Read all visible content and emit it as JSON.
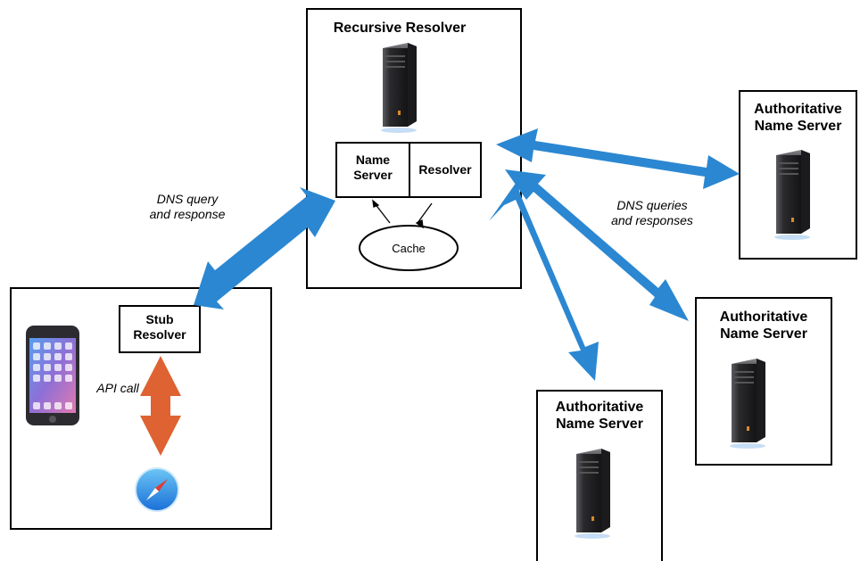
{
  "recursive_resolver": {
    "title": "Recursive Resolver",
    "name_server": "Name\nServer",
    "resolver": "Resolver",
    "cache": "Cache"
  },
  "client": {
    "stub_resolver": "Stub\nResolver",
    "api_call": "API call"
  },
  "labels": {
    "dns_query": "DNS query\nand response",
    "dns_queries": "DNS queries\nand responses"
  },
  "authoritative": [
    {
      "title": "Authoritative\nName Server"
    },
    {
      "title": "Authoritative\nName Server"
    },
    {
      "title": "Authoritative\nName Server"
    }
  ],
  "colors": {
    "blue_arrow": "#2b87d1",
    "orange_arrow": "#de6232",
    "server_body": "#2a2a2d"
  },
  "icons": [
    "server-icon",
    "phone-icon",
    "safari-compass-icon"
  ]
}
